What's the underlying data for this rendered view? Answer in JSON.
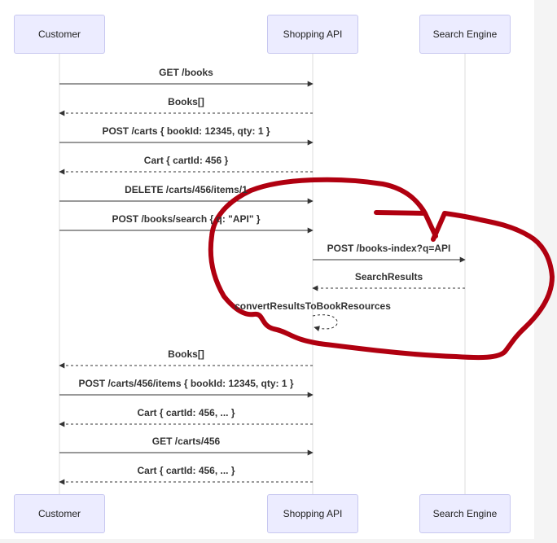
{
  "participants": {
    "customer": "Customer",
    "shopping_api": "Shopping API",
    "search_engine": "Search Engine"
  },
  "messages": [
    {
      "text": "GET /books",
      "from": "customer",
      "to": "shopping_api",
      "style": "solid"
    },
    {
      "text": "Books[]",
      "from": "shopping_api",
      "to": "customer",
      "style": "dashed"
    },
    {
      "text": "POST /carts { bookId: 12345, qty: 1 }",
      "from": "customer",
      "to": "shopping_api",
      "style": "solid"
    },
    {
      "text": "Cart { cartId: 456 }",
      "from": "shopping_api",
      "to": "customer",
      "style": "dashed"
    },
    {
      "text": "DELETE /carts/456/items/1",
      "from": "customer",
      "to": "shopping_api",
      "style": "solid"
    },
    {
      "text": "POST /books/search { q: \"API\" }",
      "from": "customer",
      "to": "shopping_api",
      "style": "solid"
    },
    {
      "text": "POST /books-index?q=API",
      "from": "shopping_api",
      "to": "search_engine",
      "style": "solid"
    },
    {
      "text": "SearchResults",
      "from": "search_engine",
      "to": "shopping_api",
      "style": "dashed"
    },
    {
      "text": "convertResultsToBookResources",
      "from": "shopping_api",
      "to": "shopping_api",
      "style": "dashed"
    },
    {
      "text": "Books[]",
      "from": "shopping_api",
      "to": "customer",
      "style": "dashed"
    },
    {
      "text": "POST /carts/456/items { bookId: 12345, qty: 1 }",
      "from": "customer",
      "to": "shopping_api",
      "style": "solid"
    },
    {
      "text": "Cart { cartId: 456, ... }",
      "from": "shopping_api",
      "to": "customer",
      "style": "dashed"
    },
    {
      "text": "GET /carts/456",
      "from": "customer",
      "to": "shopping_api",
      "style": "solid"
    },
    {
      "text": "Cart { cartId: 456, ... }",
      "from": "shopping_api",
      "to": "customer",
      "style": "dashed"
    }
  ],
  "annotation": {
    "color": "#b00010"
  },
  "colors": {
    "actor_fill": "#ececff",
    "actor_border": "#c8c8f0",
    "lifeline": "#dddddd",
    "arrow": "#333333",
    "label": "#333333"
  }
}
